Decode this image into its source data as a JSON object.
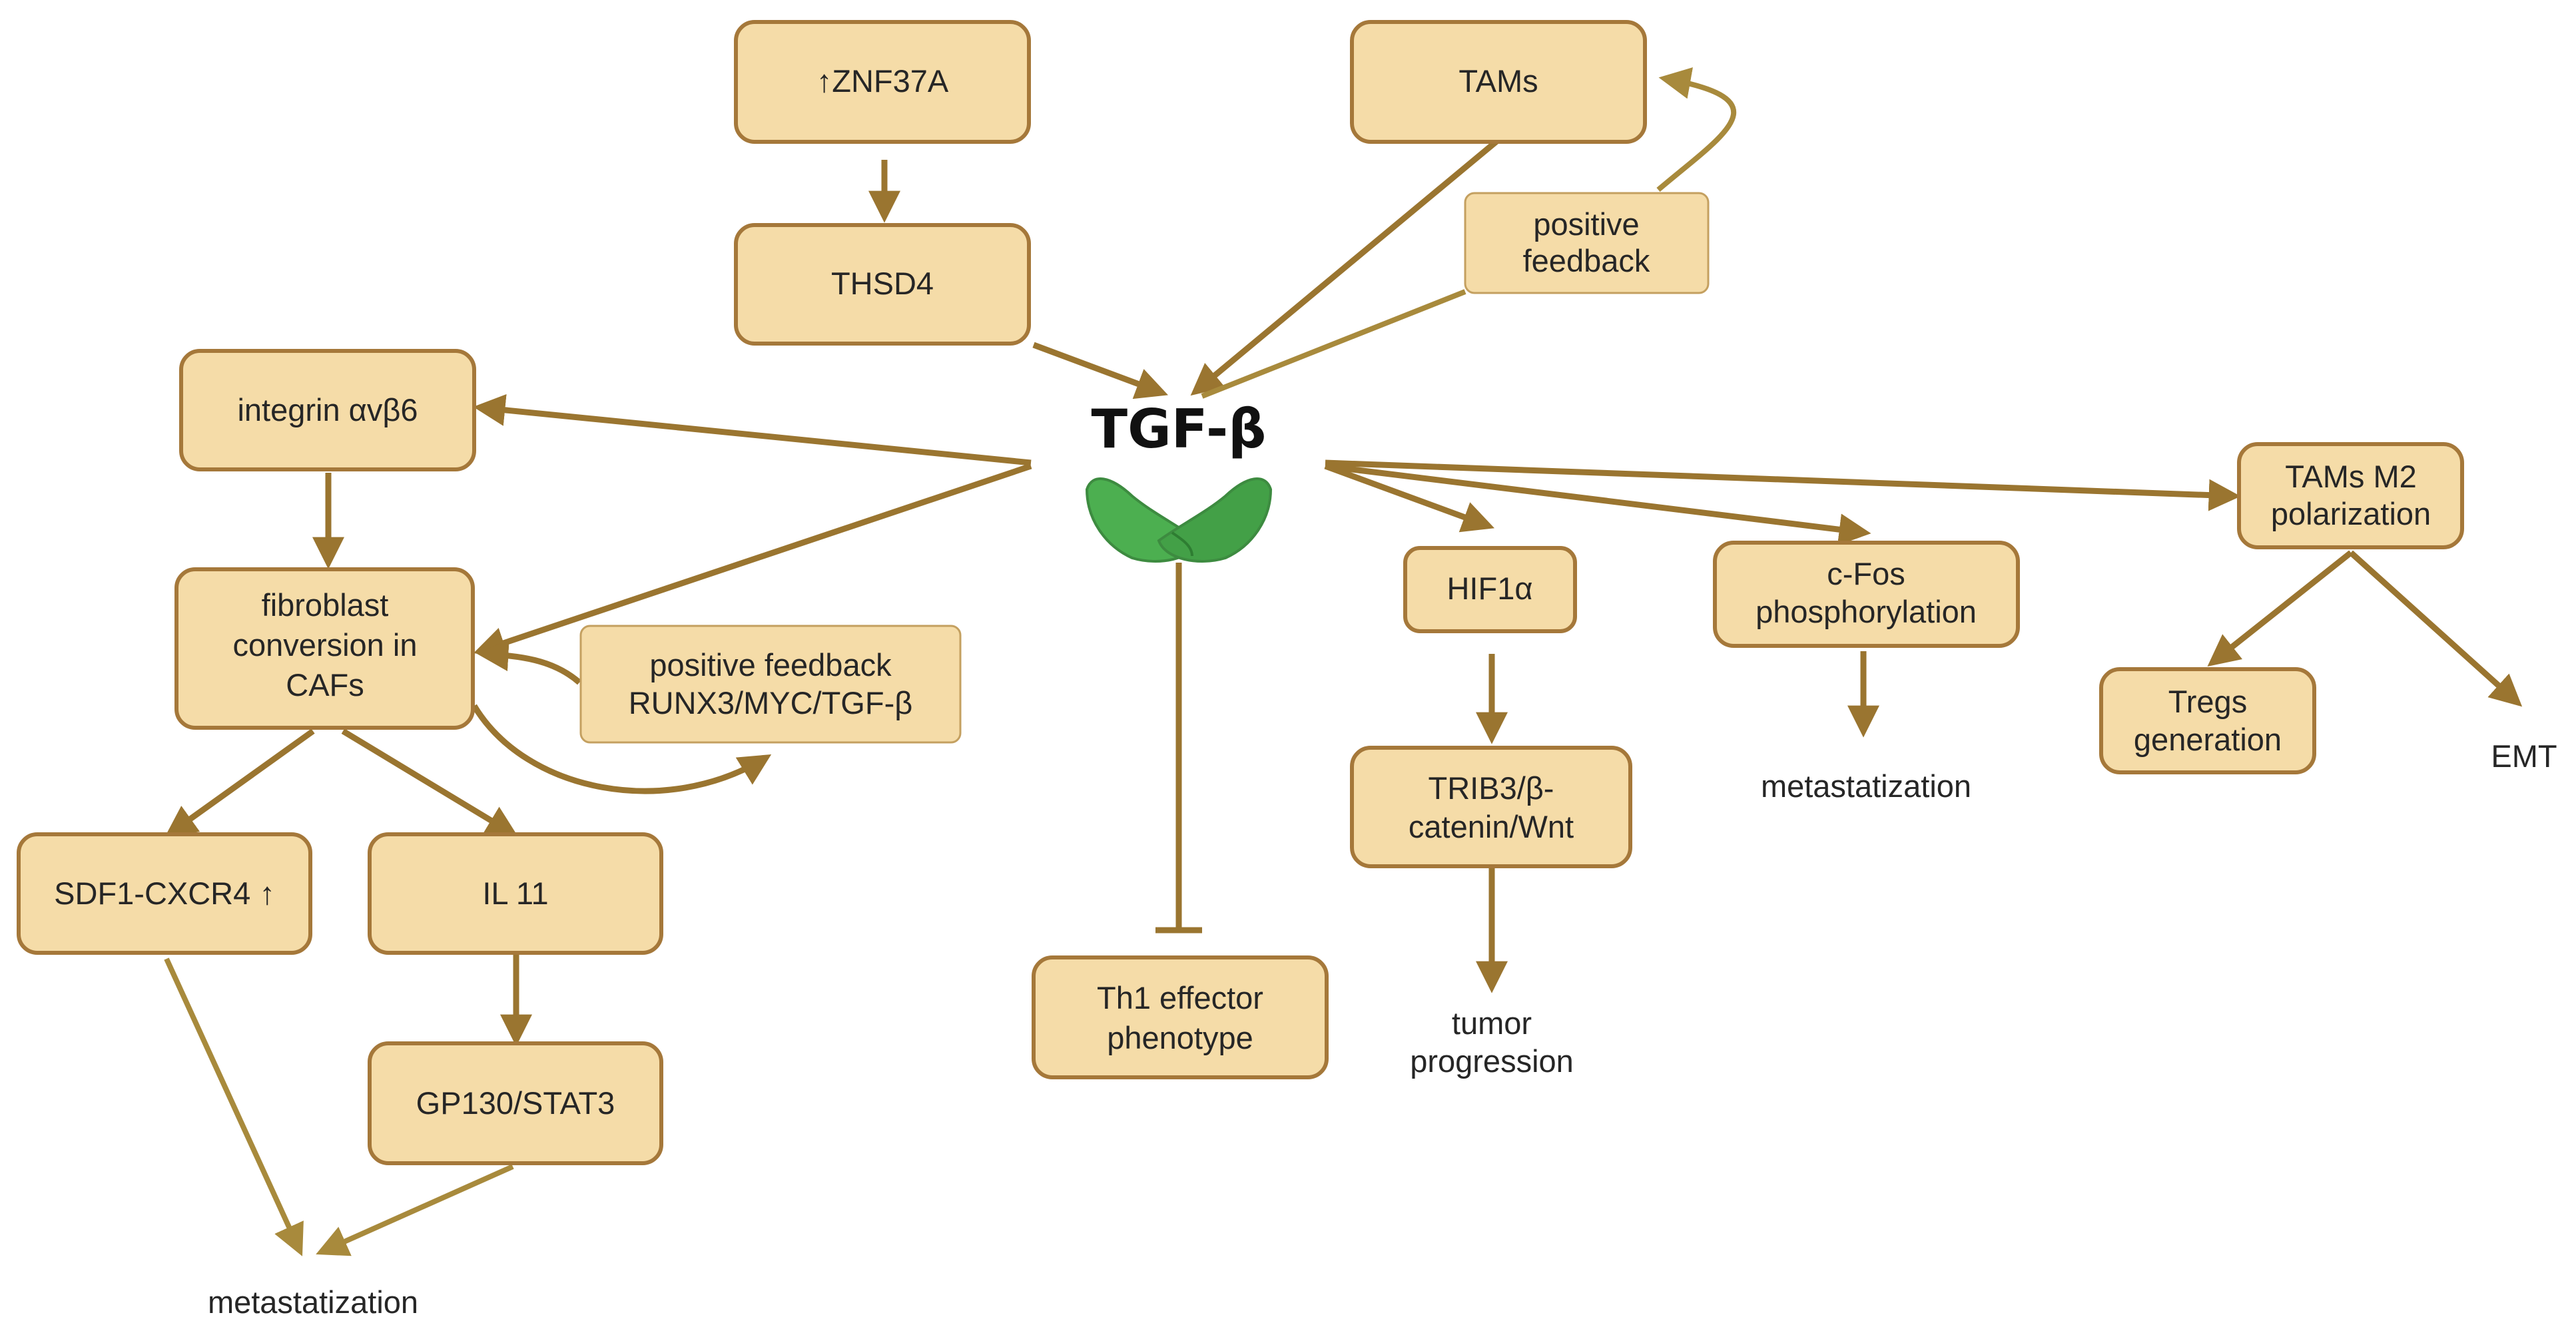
{
  "central": {
    "title": "TGF-β"
  },
  "nodes": {
    "znf37a": "↑ZNF37A",
    "thsd4": "THSD4",
    "tams": "TAMs",
    "positive_feedback_tams": [
      "positive",
      "feedback"
    ],
    "integrin": "integrin αvβ6",
    "fibroblast": [
      "fibroblast",
      "conversion in",
      "CAFs"
    ],
    "positive_feedback_runx3": [
      "positive feedback",
      "RUNX3/MYC/TGF-β"
    ],
    "sdf1": "SDF1-CXCR4 ↑",
    "il11": "IL 11",
    "gp130": "GP130/STAT3",
    "metastatization_left": "metastatization",
    "th1": [
      "Th1 effector",
      "phenotype"
    ],
    "hif1a": "HIF1α",
    "trib3": [
      "TRIB3/β-",
      "catenin/Wnt"
    ],
    "tumor_progression": [
      "tumor",
      "progression"
    ],
    "cfos": [
      "c-Fos",
      "phosphorylation"
    ],
    "metastatization_mid": "metastatization",
    "tams_m2": [
      "TAMs M2",
      "polarization"
    ],
    "tregs": [
      "Tregs",
      "generation"
    ],
    "emt": "EMT"
  },
  "colors": {
    "box_fill": "#f5dca8",
    "box_border": "#a5783a",
    "arrow": "#9a7530",
    "receptor": "#4caf50"
  }
}
